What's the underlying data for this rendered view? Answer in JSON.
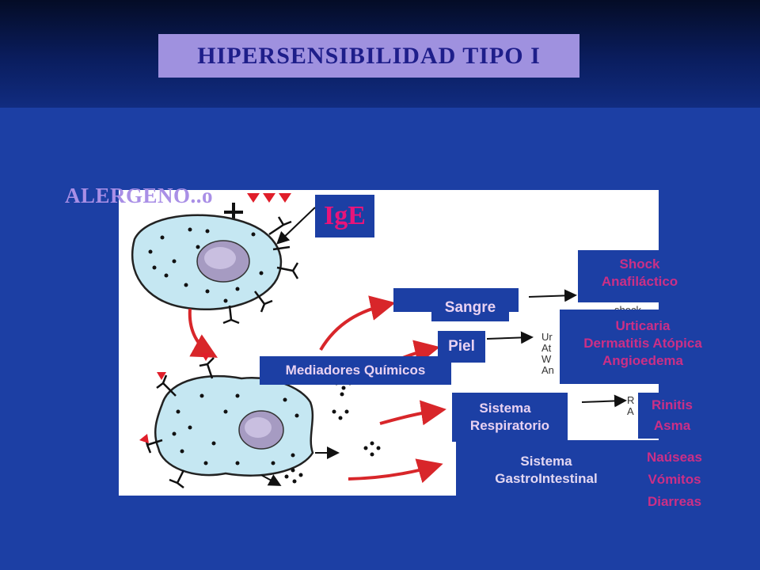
{
  "title": "HIPERSENSIBILIDAD TIPO I",
  "allergen_label": "ALERGENO..o",
  "ige_label": "IgE",
  "mediators_label": "Mediadores Químicos",
  "targets": {
    "sangre": "Sangre",
    "piel": "Piel",
    "respiratorio": [
      "Sistema",
      "Respiratorio"
    ],
    "gastro": [
      "Sistema",
      "GastroIntestinal"
    ]
  },
  "outcomes": {
    "shock": [
      "Shock",
      "Anafiláctico"
    ],
    "piel": [
      "Urticaria",
      "Dermatitis Atópica",
      "Angioedema"
    ],
    "respiratorio": [
      "Rinitis",
      "Asma"
    ],
    "gastro": [
      "Naúseas",
      "Vómitos",
      "Diarreas"
    ]
  },
  "colors": {
    "background": "#1c3fa4",
    "title_box": "#9f91df",
    "ige": "#e8147a",
    "outcome_text": "#cc2f86"
  }
}
